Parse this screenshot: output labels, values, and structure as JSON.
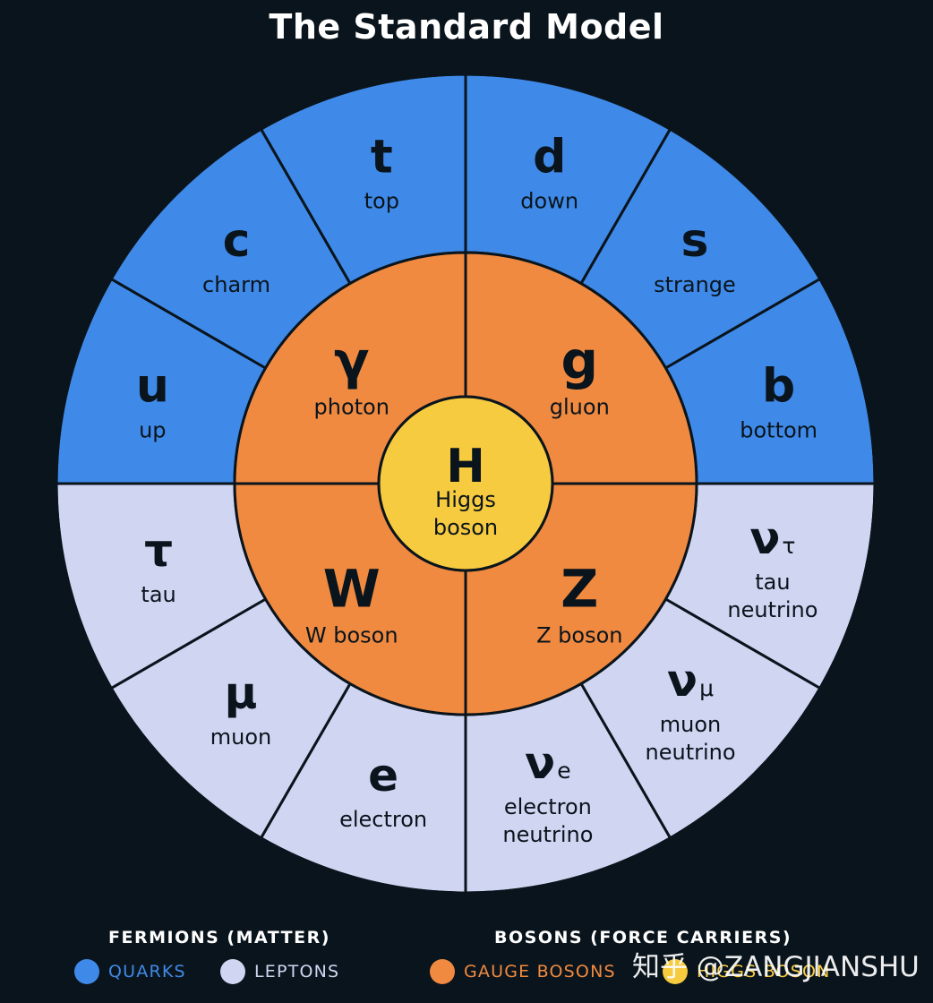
{
  "title": "The Standard Model",
  "colors": {
    "background": "#0a141c",
    "quarks": "#3f8ae8",
    "leptons": "#d0d6f2",
    "gauge_bosons": "#f08a40",
    "higgs_boson": "#f7cb3f",
    "dividers": "#0a141c"
  },
  "particles": {
    "quarks": [
      {
        "id": "top",
        "symbol": "t",
        "sub": "",
        "name": [
          "top"
        ]
      },
      {
        "id": "down",
        "symbol": "d",
        "sub": "",
        "name": [
          "down"
        ]
      },
      {
        "id": "strange",
        "symbol": "s",
        "sub": "",
        "name": [
          "strange"
        ]
      },
      {
        "id": "bottom",
        "symbol": "b",
        "sub": "",
        "name": [
          "bottom"
        ]
      },
      {
        "id": "up",
        "symbol": "u",
        "sub": "",
        "name": [
          "up"
        ]
      },
      {
        "id": "charm",
        "symbol": "c",
        "sub": "",
        "name": [
          "charm"
        ]
      }
    ],
    "leptons": [
      {
        "id": "tau-neutrino",
        "symbol": "ν",
        "sub": "τ",
        "name": [
          "tau",
          "neutrino"
        ]
      },
      {
        "id": "muon-neutrino",
        "symbol": "ν",
        "sub": "μ",
        "name": [
          "muon",
          "neutrino"
        ]
      },
      {
        "id": "electron-neutrino",
        "symbol": "ν",
        "sub": "e",
        "name": [
          "electron",
          "neutrino"
        ]
      },
      {
        "id": "electron",
        "symbol": "e",
        "sub": "",
        "name": [
          "electron"
        ]
      },
      {
        "id": "muon",
        "symbol": "μ",
        "sub": "",
        "name": [
          "muon"
        ]
      },
      {
        "id": "tau",
        "symbol": "τ",
        "sub": "",
        "name": [
          "tau"
        ]
      }
    ],
    "gauge_bosons": [
      {
        "id": "gluon",
        "symbol": "g",
        "name": [
          "gluon"
        ]
      },
      {
        "id": "z-boson",
        "symbol": "Z",
        "name": [
          "Z boson"
        ]
      },
      {
        "id": "w-boson",
        "symbol": "W",
        "name": [
          "W boson"
        ]
      },
      {
        "id": "photon",
        "symbol": "γ",
        "name": [
          "photon"
        ]
      }
    ],
    "higgs": {
      "symbol": "H",
      "name": [
        "Higgs",
        "boson"
      ]
    }
  },
  "legend": {
    "fermions_heading": "FERMIONS (MATTER)",
    "bosons_heading": "BOSONS (FORCE CARRIERS)",
    "quarks": "QUARKS",
    "leptons": "LEPTONS",
    "gauge_bosons": "GAUGE BOSONS",
    "higgs_boson": "HIGGS BOSON"
  },
  "watermark": "知乎 @ZANGJIANSHU"
}
